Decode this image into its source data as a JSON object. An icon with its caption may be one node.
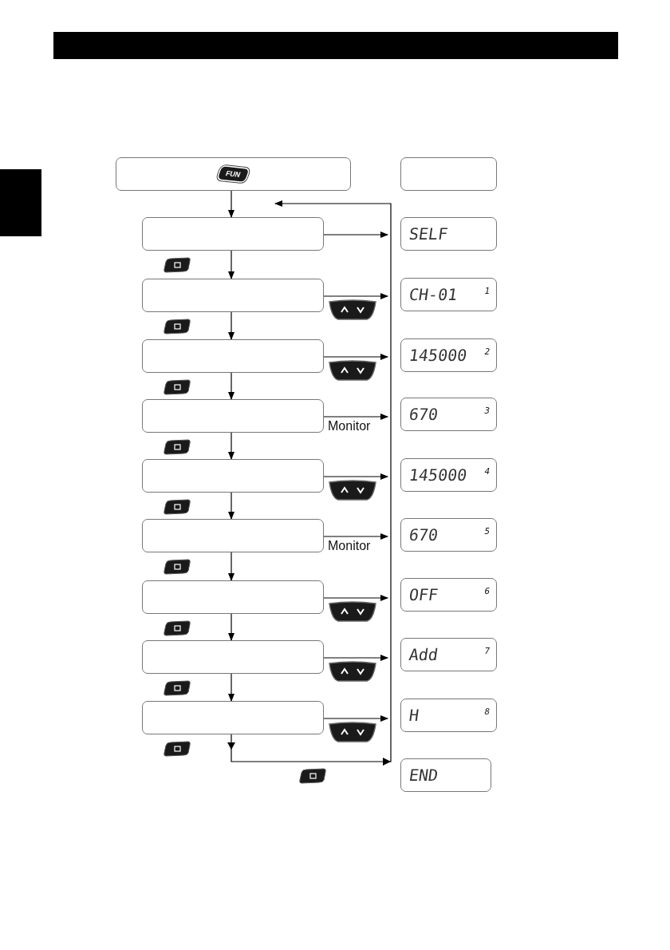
{
  "diagram": {
    "nodes": [
      {
        "text": [
          "FUN"
        ]
      },
      {
        "text": [],
        "shape": "box"
      },
      {
        "text": [],
        "shape": "box"
      },
      {
        "text": [
          "SELF"
        ]
      },
      {
        "text": [],
        "shape": "box"
      },
      {
        "text": [
          "CH-01",
          "1"
        ]
      },
      {
        "text": [],
        "shape": "box"
      },
      {
        "text": [
          "145000",
          "2"
        ]
      },
      {
        "text": [],
        "shape": "box"
      },
      {
        "text": [
          "670",
          "3"
        ]
      },
      {
        "text": [],
        "shape": "box"
      },
      {
        "text": [
          "145000",
          "4"
        ]
      },
      {
        "text": [],
        "shape": "box"
      },
      {
        "text": [
          "670",
          "5"
        ]
      },
      {
        "text": [],
        "shape": "box"
      },
      {
        "text": [
          "OFF",
          "6"
        ]
      },
      {
        "text": [],
        "shape": "box"
      },
      {
        "text": [
          "Add",
          "7"
        ]
      },
      {
        "text": [],
        "shape": "box"
      },
      {
        "text": [
          "H",
          "8"
        ]
      },
      {
        "text": [
          "END"
        ]
      },
      {
        "text": [],
        "shape": "bar"
      },
      {
        "text": [],
        "shape": "bar"
      }
    ],
    "edges": [
      {
        "from": 0,
        "to": 2,
        "arrow": "to"
      },
      {
        "from": 2,
        "to": 3,
        "arrow": "to"
      },
      {
        "from": 2,
        "to": 4,
        "arrow": "to"
      },
      {
        "from": 4,
        "to": 5,
        "arrow": "to"
      },
      {
        "from": 4,
        "to": 6,
        "arrow": "to"
      },
      {
        "from": 6,
        "to": 7,
        "arrow": "to"
      },
      {
        "from": 6,
        "to": 8,
        "arrow": "to"
      },
      {
        "from": 8,
        "to": 9,
        "arrow": "to",
        "label": "Monitor"
      },
      {
        "from": 8,
        "to": 10,
        "arrow": "to"
      },
      {
        "from": 10,
        "to": 11,
        "arrow": "to"
      },
      {
        "from": 10,
        "to": 12,
        "arrow": "to"
      },
      {
        "from": 12,
        "to": 13,
        "arrow": "to",
        "label": "Monitor"
      },
      {
        "from": 12,
        "to": 14,
        "arrow": "to"
      },
      {
        "from": 14,
        "to": 15,
        "arrow": "to"
      },
      {
        "from": 14,
        "to": 16,
        "arrow": "to"
      },
      {
        "from": 16,
        "to": 17,
        "arrow": "to"
      },
      {
        "from": 16,
        "to": 18,
        "arrow": "to"
      },
      {
        "from": 18,
        "to": 19,
        "arrow": "to"
      },
      {
        "from": 18,
        "to": 2,
        "arrow": "to"
      }
    ]
  }
}
